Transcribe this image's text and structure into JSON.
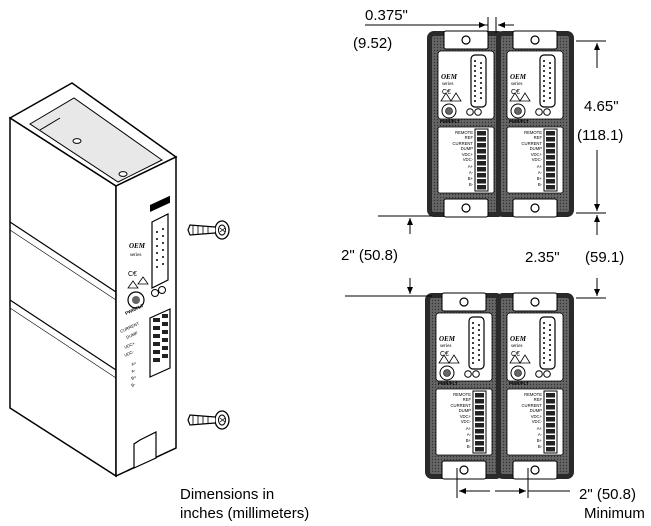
{
  "dimensions": {
    "top_gap_in": "0.375\"",
    "top_gap_mm": "(9.52)",
    "height_in": "4.65\"",
    "height_mm": "(118.1)",
    "left_vertical": "2\" (50.8)",
    "right_vertical_in": "2.35\"",
    "right_vertical_mm": "(59.1)",
    "bottom_horizontal": "2\" (50.8)",
    "bottom_minimum": "Minimum"
  },
  "note": {
    "line1": "Dimensions in",
    "line2": "inches (millimeters)"
  },
  "unit": {
    "brand": "OEM",
    "series": "series",
    "ce": "C€",
    "pwr_flt": "PWR/FLT",
    "terminals": [
      "REMOTE",
      "REF",
      "CURRENT",
      "DUMP",
      "VDC+",
      "VDC-",
      "A+",
      "A-",
      "B+",
      "B-"
    ]
  },
  "iso": {
    "brand": "OEM",
    "series": "series",
    "ce": "C€",
    "pwr_flt": "PWR/FLT",
    "terminals": [
      "CURRENT",
      "DUMP",
      "VDC+",
      "VDC-",
      "A+",
      "A-",
      "B+",
      "B-"
    ]
  }
}
